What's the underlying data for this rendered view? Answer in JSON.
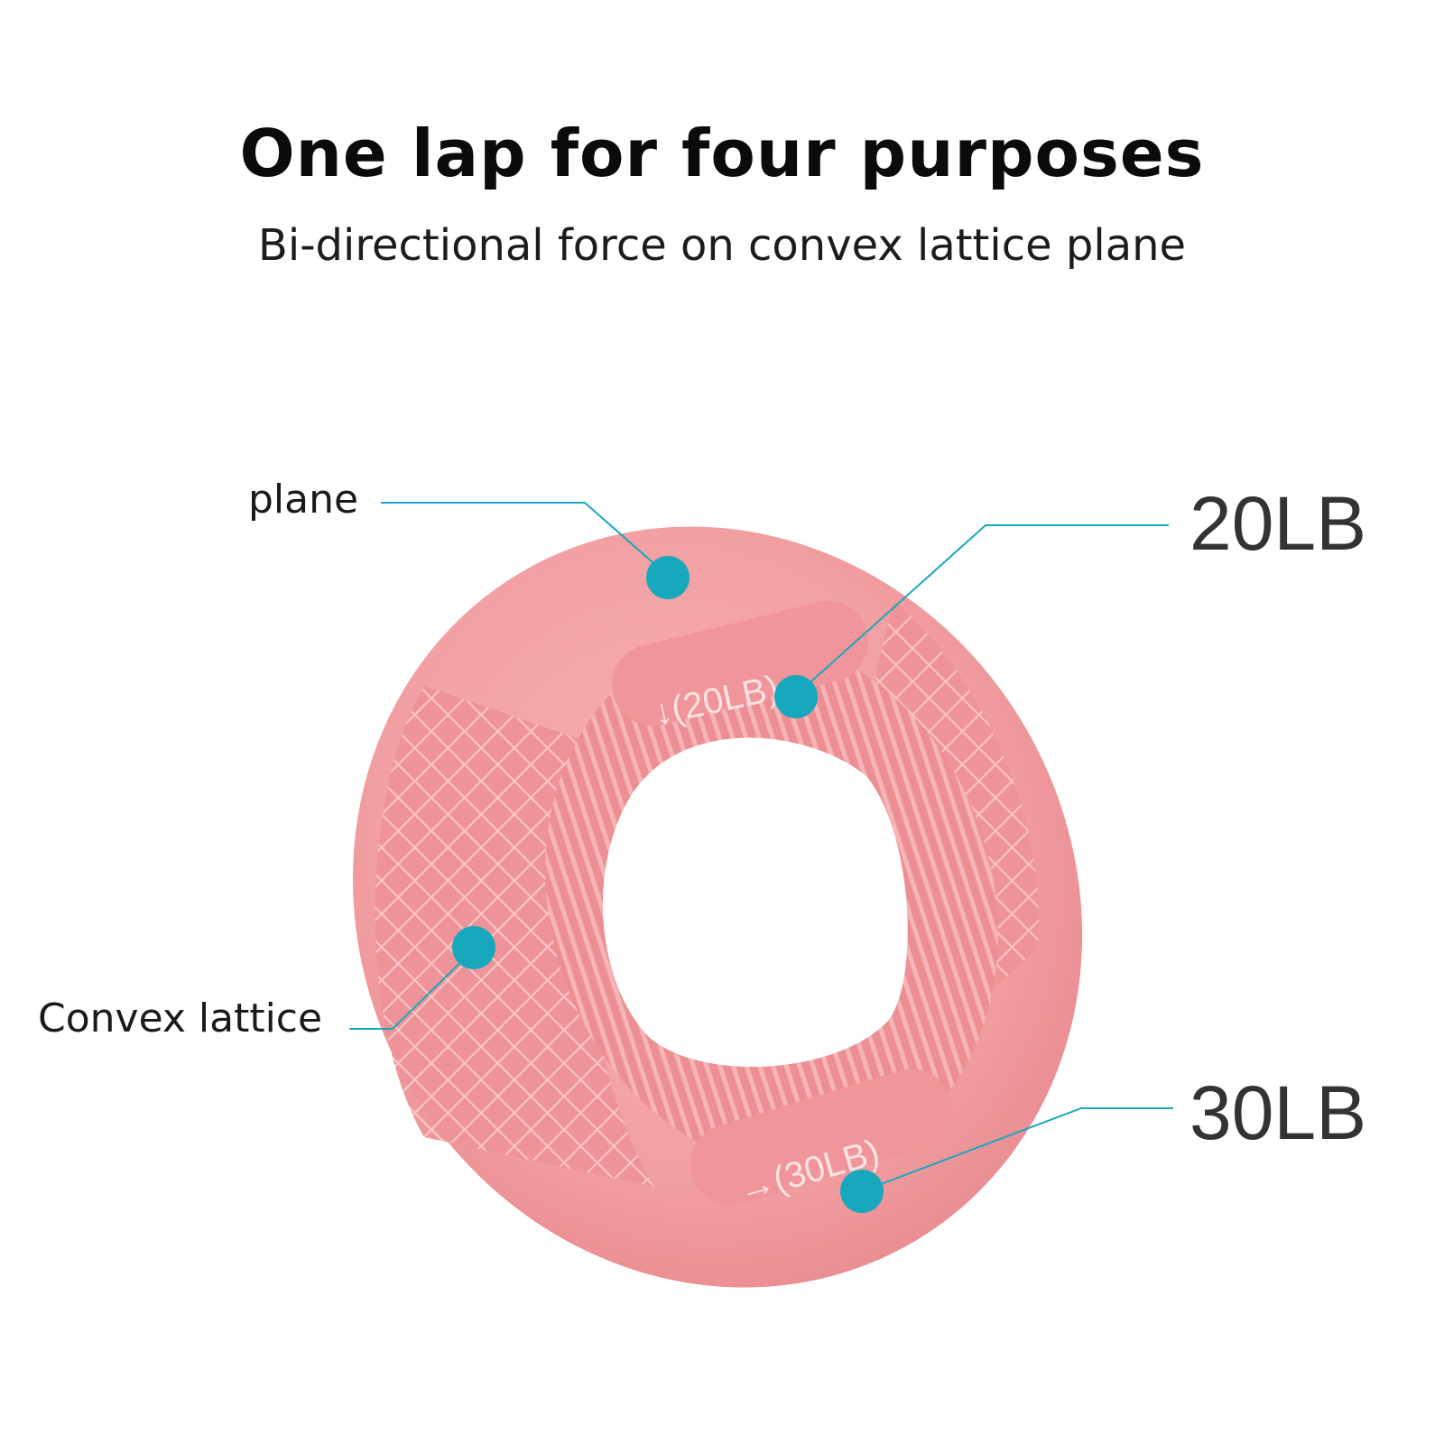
{
  "header": {
    "title": "One lap for four purposes",
    "subtitle": "Bi-directional force on convex lattice plane"
  },
  "callouts": {
    "plane": "plane",
    "convex_lattice": "Convex lattice",
    "resistance_20": "20LB",
    "resistance_30": "30LB"
  },
  "product": {
    "slot_top_label": "↓(20LB)",
    "slot_bottom_label": "→(30LB)"
  },
  "colors": {
    "product_pink": "#f4a3a6",
    "callout_teal": "#17a8be"
  }
}
